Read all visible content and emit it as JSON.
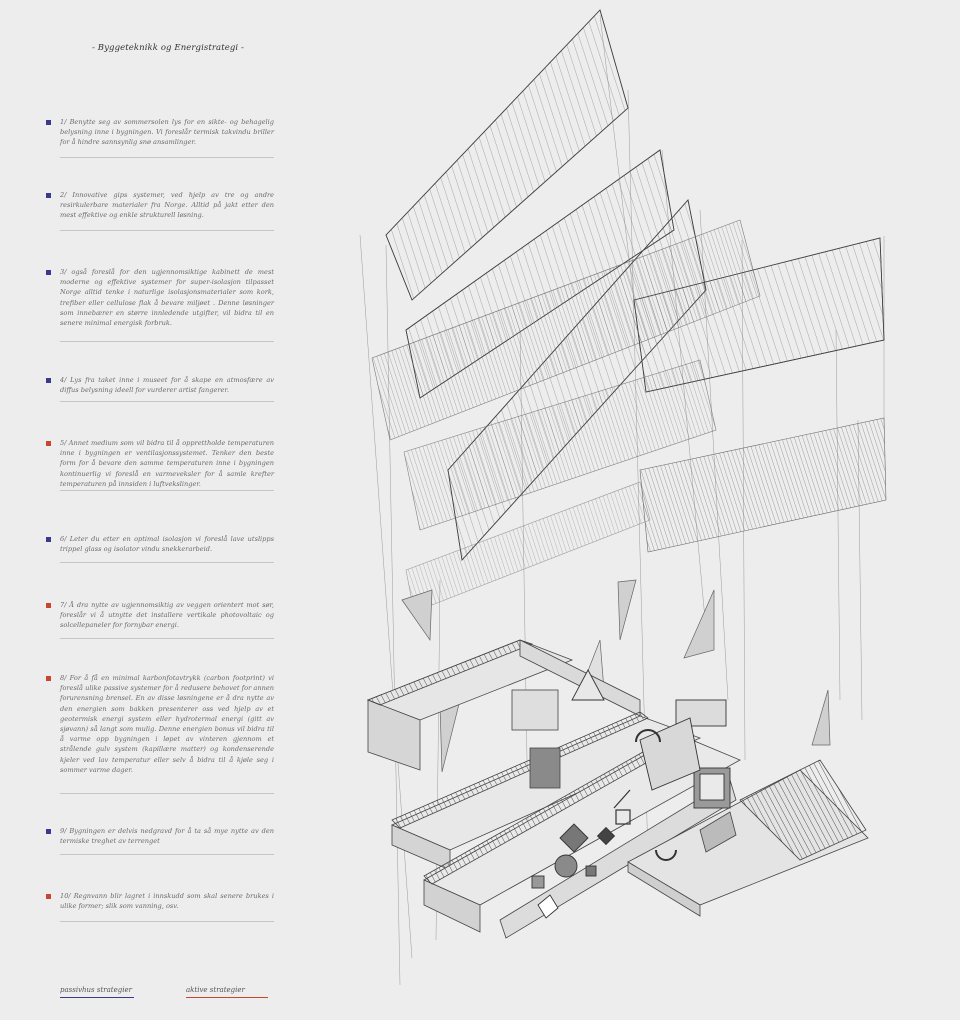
{
  "title": "- Byggeteknikk og Energistrategi -",
  "colors": {
    "passive": "#3a3a8c",
    "active": "#c8452e"
  },
  "strategies": [
    {
      "type": "passive",
      "text": "1/ Benytte seg av sommersolen lys for en sikte- og behagelig belysning inne i bygningen. Vi foreslår termisk takvindu briller for å hindre sannsynlig snø ansamlinger."
    },
    {
      "type": "passive",
      "text": "2/ Innovative gips systemer, ved hjelp av tre og andre resirkulerbare materialer fra Norge. Alltid på jakt etter den mest effektive og enkle strukturell løsning."
    },
    {
      "type": "passive",
      "text": "3/ også foreslå for den ugjennomsiktige kabinett de mest moderne og effektive systemer for super-isolasjon tilpasset Norge alltid tenke i naturlige isolasjonsmaterialer som kork, trefiber eller cellulose flak å bevare miljøet . Denne løsninger som innebærer en større innledende utgifter, vil bidra til en senere minimal energisk forbruk."
    },
    {
      "type": "passive",
      "text": "4/ Lys fra taket inne i museet for å skape en atmosfære av diffus belysning ideell for vurderer artist fangerer."
    },
    {
      "type": "active",
      "text": "5/ Annet medium som vil bidra til å opprettholde temperaturen inne i bygningen er ventilasjonssystemet. Tenker den beste form for å bevare den samme temperaturen inne i bygningen kontinuerlig vi foreslå en varmeveksler for å samle krefter temperaturen på innsiden i luftvekslinger."
    },
    {
      "type": "passive",
      "text": "6/ Leter du etter en optimal isolasjon vi foreslå lave utslipps trippel glass og isolator vindu snekkerarbeid."
    },
    {
      "type": "active",
      "text": "7/  Å dra nytte av ugjennomsiktig av veggen orientert mot sør, foreslår vi å utnytte det installere vertikale photovoltaic og solcellepaneler for fornybar energi."
    },
    {
      "type": "active",
      "text": "8/ For å få en minimal karbonfotavtrykk (carbon footprint) vi foreslå ulike passive systemer for å redusere behovet for annen forurensning brensel. En av disse løsningene er å dra nytte av den energien som bakken presenterer oss ved hjelp av et geotermisk energi system eller hydrotermal energi (gitt av sjøvann) så langt som mulig. Denne energien bonus vil bidra til å varme opp bygningen i løpet av vinteren gjennom et strålende gulv system (kapillære matter) og kondenserende kjeler ved lav temperatur eller selv å bidra til å kjøle seg i sommer varme dager."
    },
    {
      "type": "passive",
      "text": "9/ Bygningen er delvis nedgravd for å ta så mye nytte av den termiske treghet av terrenget"
    },
    {
      "type": "active",
      "text": "10/ Regnvann blir lagret i innskudd som skal senere brukes i ulike former; slik som vanning, osv."
    }
  ],
  "legend": {
    "passive": "passivhus strategier",
    "active": "aktive strategier"
  }
}
